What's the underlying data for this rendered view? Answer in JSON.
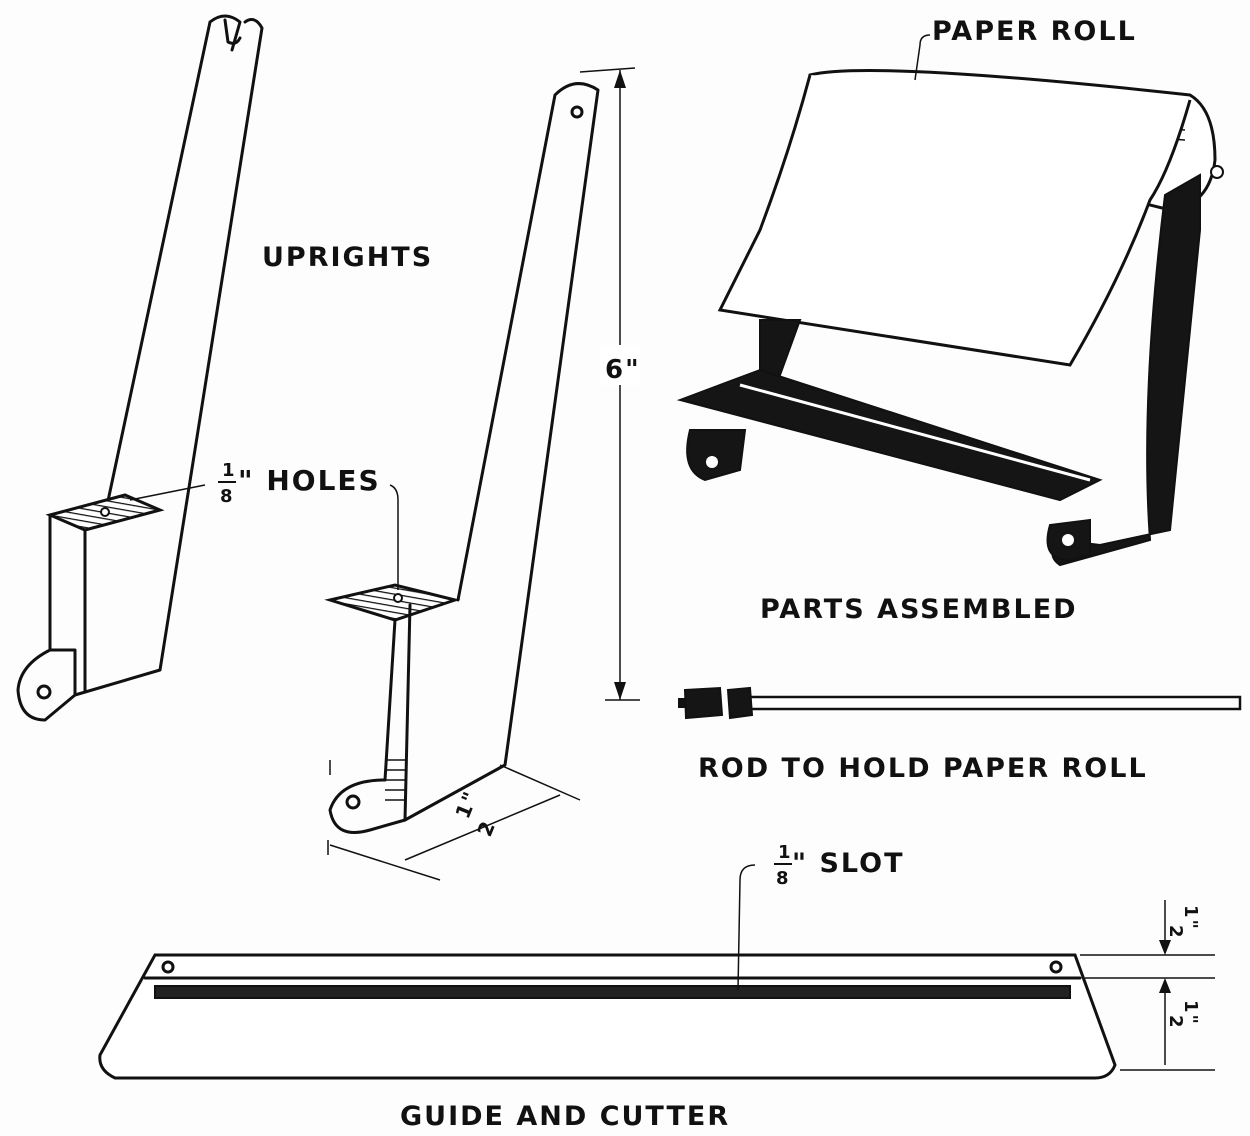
{
  "labels": {
    "paper_roll": "PAPER ROLL",
    "uprights": "UPRIGHTS",
    "holes_fraction_num": "1",
    "holes_fraction_den": "8",
    "holes": "\" HOLES",
    "height_dim": "6\"",
    "parts_assembled": "PARTS ASSEMBLED",
    "rod": "ROD TO HOLD PAPER ROLL",
    "slot_fraction_num": "1",
    "slot_fraction_den": "8",
    "slot": "\" SLOT",
    "foot_dim_num": "1\"",
    "foot_dim_den": "2",
    "guide_dim_top_num": "1\"",
    "guide_dim_top_den": "2",
    "guide_dim_bottom_num": "1\"",
    "guide_dim_bottom_den": "2",
    "guide_and_cutter": "GUIDE AND CUTTER"
  }
}
